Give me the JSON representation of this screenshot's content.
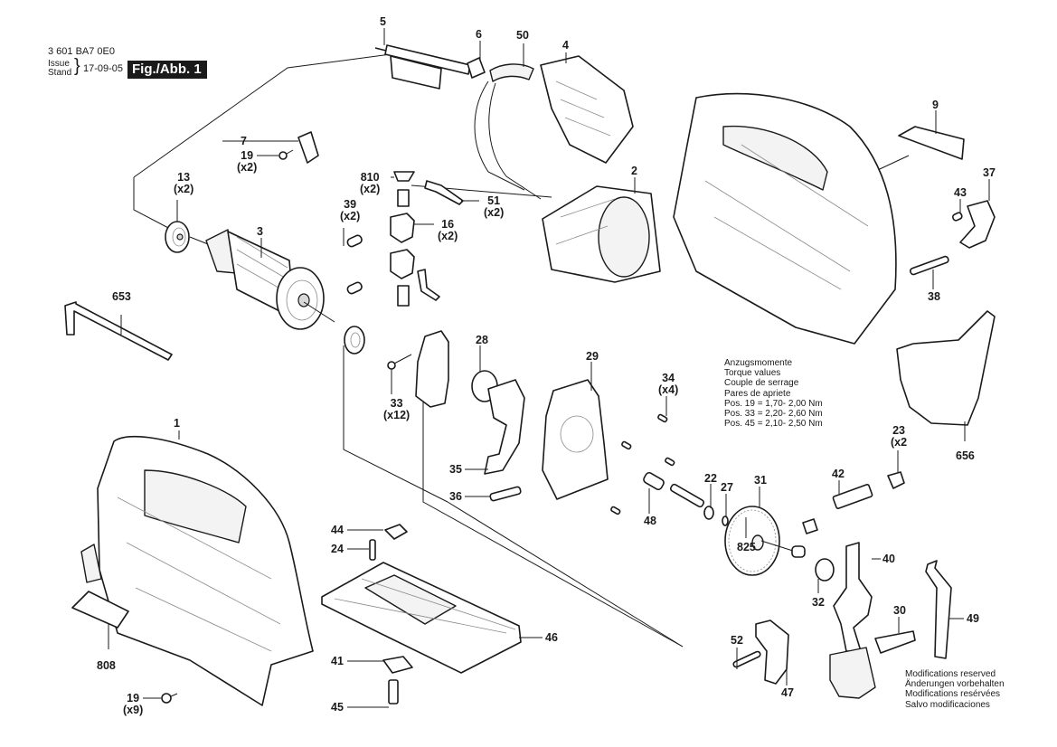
{
  "header": {
    "part_number": "3 601 BA7 0E0",
    "issue_label": "Issue",
    "stand_label": "Stand",
    "brace": "}",
    "date": "17-09-05",
    "figure_label": "Fig./Abb. 1"
  },
  "torque_note": {
    "lines": [
      "Anzugsmomente",
      "Torque values",
      "Couple de serrage",
      "Pares de apriete",
      "Pos. 19 = 1,70- 2,00 Nm",
      "Pos. 33 = 2,20- 2,60 Nm",
      "Pos. 45 = 2,10- 2,50 Nm"
    ]
  },
  "modifications_note": {
    "lines": [
      "Modifications reserved",
      "Änderungen vorbehalten",
      "Modifications resérvées",
      "Salvo modificaciones"
    ]
  },
  "parts": [
    {
      "id": "1",
      "qty": ""
    },
    {
      "id": "2",
      "qty": ""
    },
    {
      "id": "3",
      "qty": ""
    },
    {
      "id": "4",
      "qty": ""
    },
    {
      "id": "5",
      "qty": ""
    },
    {
      "id": "6",
      "qty": ""
    },
    {
      "id": "7",
      "qty": ""
    },
    {
      "id": "9",
      "qty": ""
    },
    {
      "id": "13",
      "qty": "(x2)"
    },
    {
      "id": "16",
      "qty": "(x2)"
    },
    {
      "id": "19",
      "qty": "(x2)"
    },
    {
      "id": "19",
      "qty": "(x9)"
    },
    {
      "id": "22",
      "qty": ""
    },
    {
      "id": "23",
      "qty": "(x2"
    },
    {
      "id": "24",
      "qty": ""
    },
    {
      "id": "27",
      "qty": ""
    },
    {
      "id": "28",
      "qty": ""
    },
    {
      "id": "29",
      "qty": ""
    },
    {
      "id": "30",
      "qty": ""
    },
    {
      "id": "31",
      "qty": ""
    },
    {
      "id": "32",
      "qty": ""
    },
    {
      "id": "33",
      "qty": "(x12)"
    },
    {
      "id": "34",
      "qty": "(x4)"
    },
    {
      "id": "35",
      "qty": ""
    },
    {
      "id": "36",
      "qty": ""
    },
    {
      "id": "37",
      "qty": ""
    },
    {
      "id": "38",
      "qty": ""
    },
    {
      "id": "39",
      "qty": "(x2)"
    },
    {
      "id": "40",
      "qty": ""
    },
    {
      "id": "41",
      "qty": ""
    },
    {
      "id": "42",
      "qty": ""
    },
    {
      "id": "43",
      "qty": ""
    },
    {
      "id": "44",
      "qty": ""
    },
    {
      "id": "45",
      "qty": ""
    },
    {
      "id": "46",
      "qty": ""
    },
    {
      "id": "47",
      "qty": ""
    },
    {
      "id": "48",
      "qty": ""
    },
    {
      "id": "49",
      "qty": ""
    },
    {
      "id": "50",
      "qty": ""
    },
    {
      "id": "51",
      "qty": "(x2)"
    },
    {
      "id": "52",
      "qty": ""
    },
    {
      "id": "653",
      "qty": ""
    },
    {
      "id": "656",
      "qty": ""
    },
    {
      "id": "808",
      "qty": ""
    },
    {
      "id": "810",
      "qty": "(x2)"
    },
    {
      "id": "825",
      "qty": ""
    }
  ]
}
